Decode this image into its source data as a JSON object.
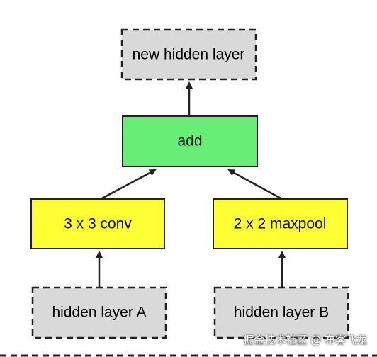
{
  "nodes": {
    "new_hidden": "new hidden layer",
    "add": "add",
    "conv": "3 x 3 conv",
    "maxpool": "2 x 2 maxpool",
    "hidden_a": "hidden layer A",
    "hidden_b": "hidden layer B"
  },
  "colors": {
    "dashed_fill": "#d9d9d9",
    "add_fill": "#66ee77",
    "op_fill": "#ffff33",
    "stroke": "#222222"
  },
  "watermark": "掘金技术社区 @ 布客飞龙"
}
